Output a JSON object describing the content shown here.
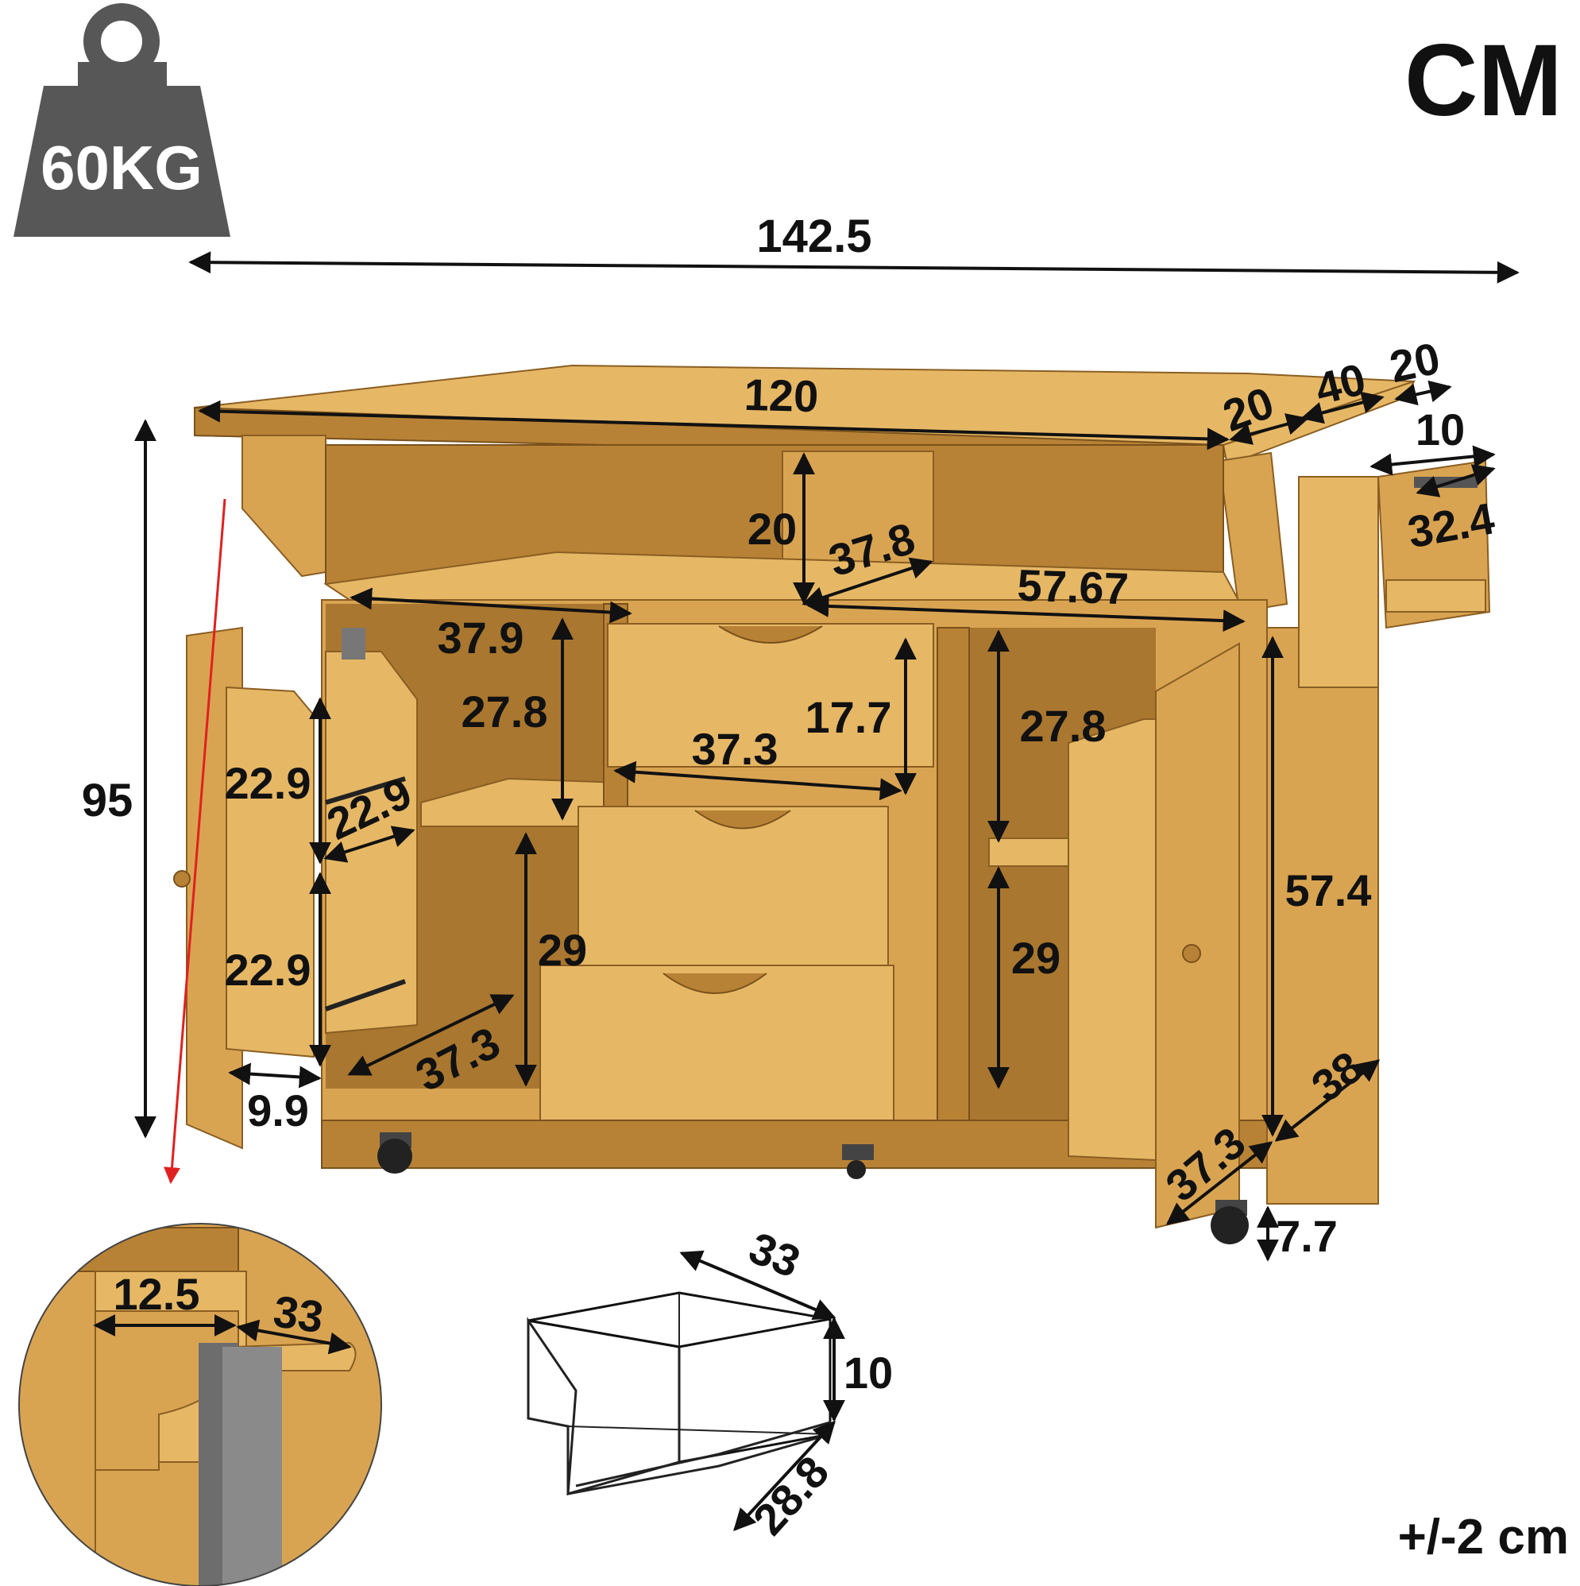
{
  "unit_label": "CM",
  "weight_capacity": "60KG",
  "tolerance": "+/-2 cm",
  "colors": {
    "wood": "#d9a452",
    "weight_icon": "#575757",
    "text": "#111111",
    "callout_arrow": "#e02020"
  },
  "dimensions": {
    "overall_width": "142.5",
    "top_width": "120",
    "drop_leaf_20_left": "20",
    "drop_leaf_40": "40",
    "drop_leaf_20_right": "20",
    "spice_rack_width": "10",
    "spice_rack_length": "32.4",
    "height": "95",
    "open_shelf_height": "20",
    "open_shelf_depth": "37.8",
    "open_shelf_width": "57.67",
    "left_cabinet_width": "37.9",
    "left_upper_height": "27.8",
    "drawer_front_height": "17.7",
    "drawer_width": "37.3",
    "right_upper_height": "27.8",
    "door_shelf_upper_height": "22.9",
    "door_shelf_depth": "22.9",
    "door_shelf_lower_height": "22.9",
    "door_shelf_width": "9.9",
    "left_lower_height": "29",
    "left_cabinet_depth": "37.3",
    "right_lower_height": "29",
    "right_side_height": "57.4",
    "cabinet_depth": "37.3",
    "side_depth": "38",
    "caster_height": "7.7",
    "towel_bar_depth": "12.5",
    "towel_bar_length": "33",
    "drawer_box_width": "33",
    "drawer_box_height": "10",
    "drawer_box_depth": "28.8"
  }
}
